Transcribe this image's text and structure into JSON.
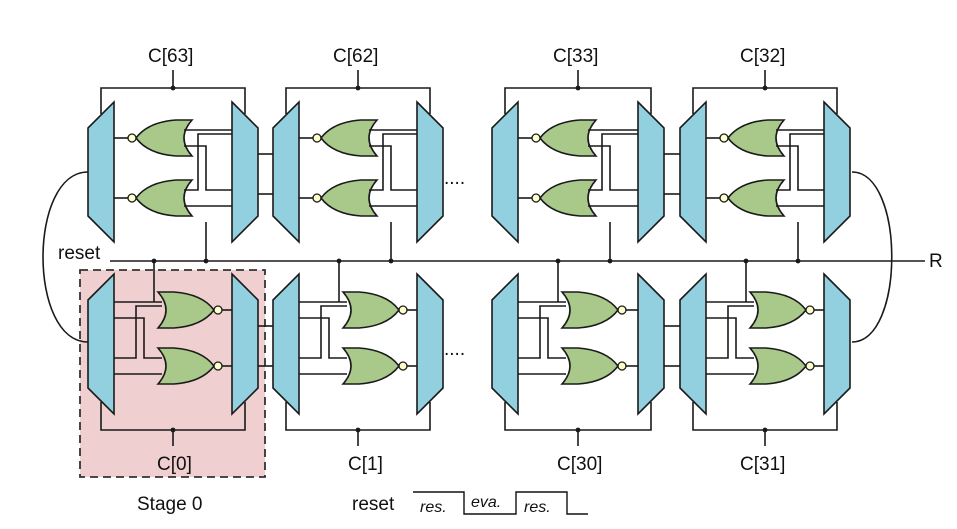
{
  "diagram": {
    "top_row_labels": [
      "C[63]",
      "C[62]",
      "C[33]",
      "C[32]"
    ],
    "bottom_row_labels": [
      "C[0]",
      "C[1]",
      "C[30]",
      "C[31]"
    ],
    "reset_label": "reset",
    "output_label": "R",
    "stage_label": "Stage 0",
    "ellipsis": "....",
    "timing": {
      "signal_label": "reset",
      "phases": [
        "res.",
        "eva.",
        "res."
      ]
    },
    "colors": {
      "mux": "#92cfdf",
      "gate": "#a9c98a",
      "stage_highlight": "#efcfcf"
    }
  }
}
